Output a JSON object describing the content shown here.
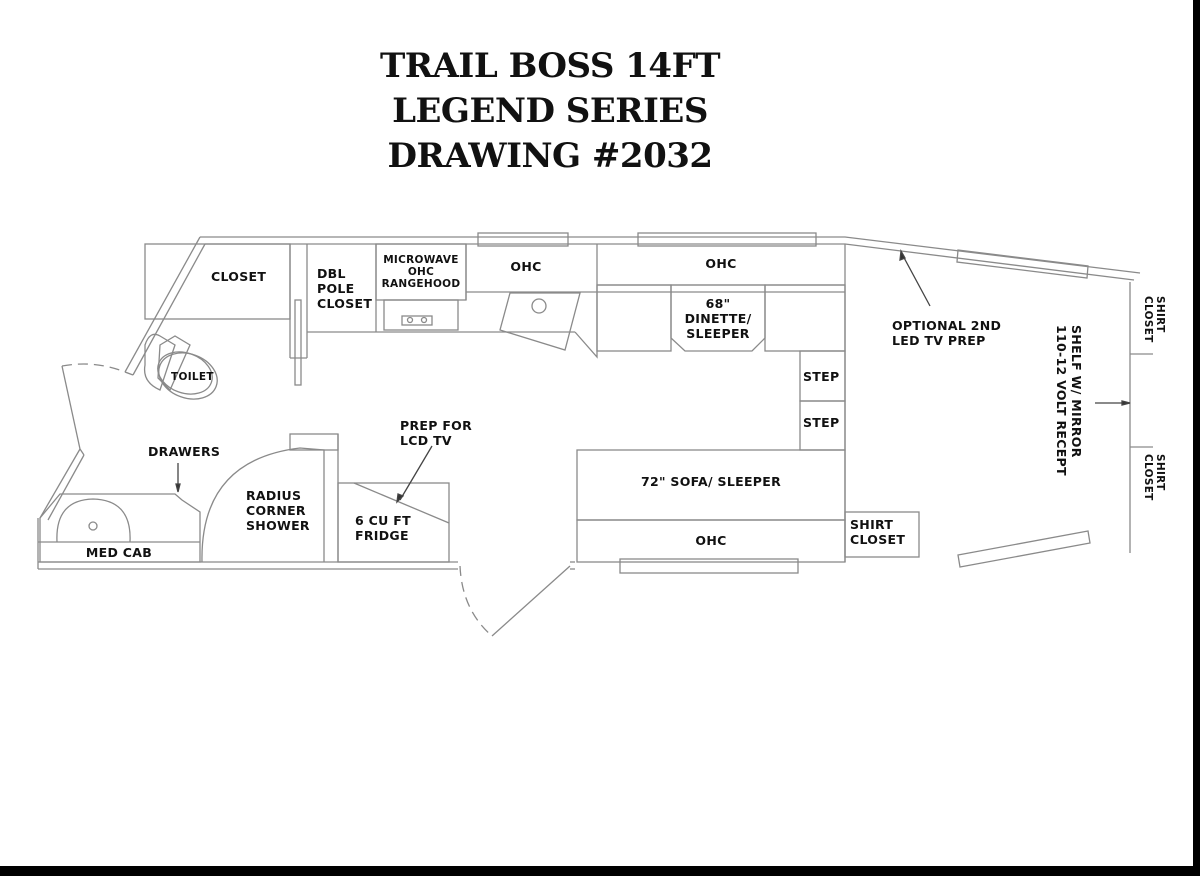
{
  "title": {
    "line1": "TRAIL BOSS 14FT",
    "line2": "LEGEND SERIES",
    "line3": "DRAWING #2032"
  },
  "floorplan": {
    "rooms": {
      "closet": "CLOSET",
      "dbl_pole_closet": [
        "DBL",
        "POLE",
        "CLOSET"
      ],
      "microwave": [
        "MICROWAVE",
        "OHC",
        "RANGEHOOD"
      ],
      "ohc_kitchen": "OHC",
      "ohc_dinette": "OHC",
      "dinette": [
        "68\"",
        "DINETTE/",
        "SLEEPER"
      ],
      "toilet": "TOILET",
      "step_1": "STEP",
      "step_2": "STEP",
      "optional_tv": [
        "OPTIONAL 2ND",
        "LED TV PREP"
      ],
      "shelf_mirror": [
        "SHELF W/ MIRROR",
        "110-12 VOLT RECEPT"
      ],
      "shirt_closet_top": [
        "SHIRT",
        "CLOSET"
      ],
      "shirt_closet_bottom": [
        "SHIRT",
        "CLOSET"
      ],
      "shirt_closet_front": [
        "SHIRT",
        "CLOSET"
      ],
      "drawers": "DRAWERS",
      "radius_shower": [
        "RADIUS",
        "CORNER",
        "SHOWER"
      ],
      "prep_lcd_tv": [
        "PREP FOR",
        "LCD TV"
      ],
      "fridge": [
        "6 CU FT",
        "FRIDGE"
      ],
      "sofa": "72\" SOFA/ SLEEPER",
      "ohc_sofa": "OHC",
      "med_cab": "MED CAB"
    }
  }
}
